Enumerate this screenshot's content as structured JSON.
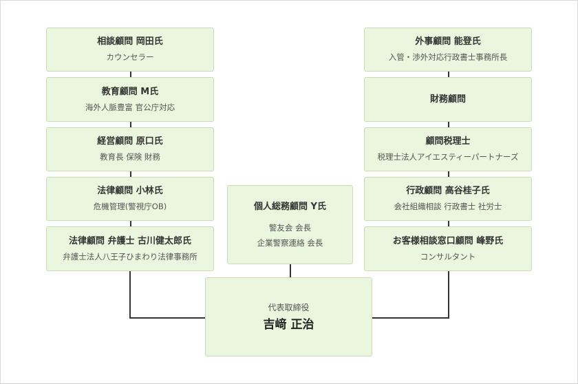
{
  "left_column": [
    {
      "title": "相談顧問 岡田氏",
      "sub": "カウンセラー"
    },
    {
      "title": "教育顧問 M氏",
      "sub": "海外人脈豊富 官公庁対応"
    },
    {
      "title": "経営顧問 原口氏",
      "sub": "教育長 保険 財務"
    },
    {
      "title": "法律顧問 小林氏",
      "sub": "危機管理(警視庁OB)"
    },
    {
      "title": "法律顧問 弁護士 古川健太郎氏",
      "sub": "弁護士法人八王子ひまわり法律事務所"
    }
  ],
  "right_column": [
    {
      "title": "外事顧問 能登氏",
      "sub": "入管・渉外対応行政書士事務所長"
    },
    {
      "title": "財務顧問",
      "sub": ""
    },
    {
      "title": "顧問税理士",
      "sub": "税理士法人アイエスティーパートナーズ"
    },
    {
      "title": "行政顧問 高谷桂子氏",
      "sub": "会社組織相談 行政書士 社労士"
    },
    {
      "title": "お客様相談窓口顧問 峰野氏",
      "sub": "コンサルタント"
    }
  ],
  "middle": {
    "title": "個人総務顧問 Y氏",
    "lines": [
      "警友会 会長",
      "企業警察連絡 会長"
    ]
  },
  "center": {
    "role": "代表取締役",
    "name": "吉﨑 正治"
  },
  "colors": {
    "box_fill": "#eaf6dd",
    "box_border": "#c9dcb5",
    "connector": "#333333"
  }
}
